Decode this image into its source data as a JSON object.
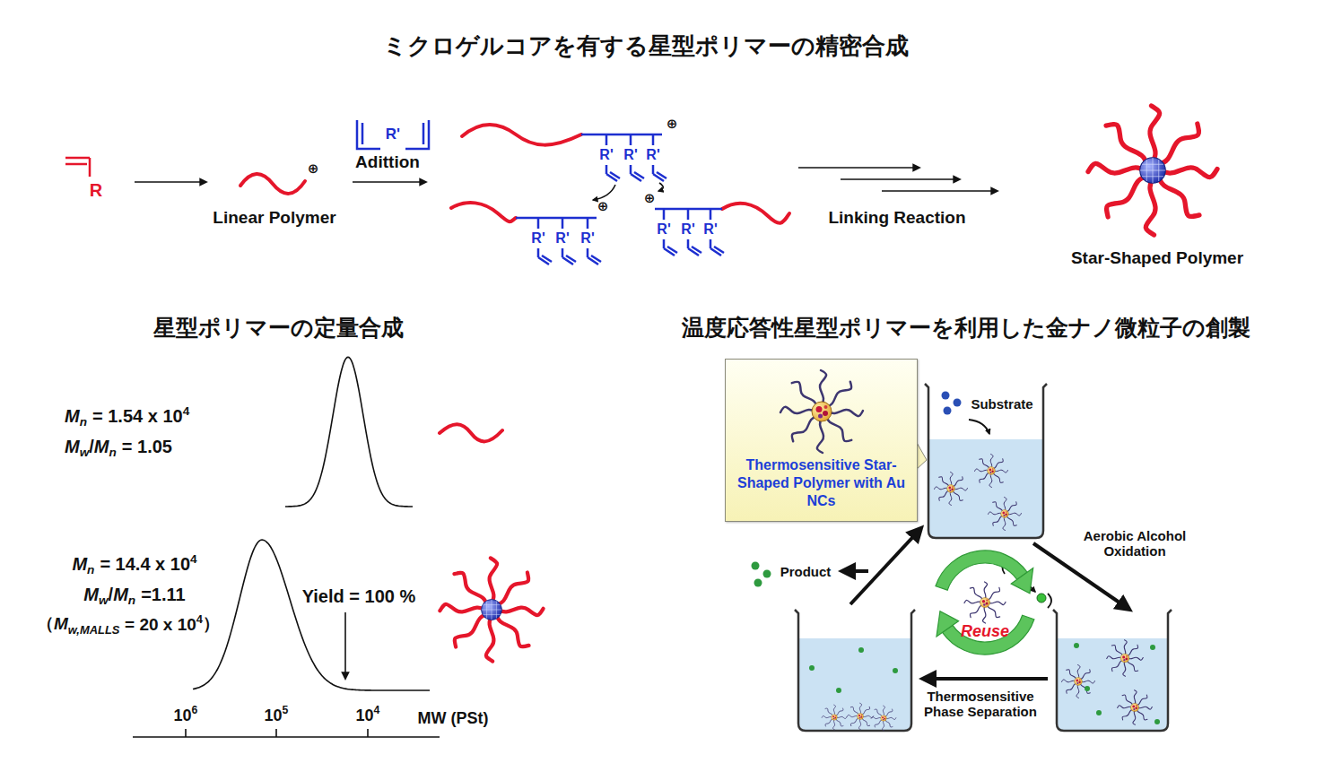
{
  "diagram": {
    "title": "ミクロゲルコアを有する星型ポリマーの精密合成",
    "nodes": [
      {
        "text": [
          "Thermosensitive Star-Shaped Polymer with Au NCs"
        ]
      }
    ],
    "labels": [
      "R",
      "Linear Polymer",
      "⊕",
      "R'",
      "Adittion",
      "⊕",
      "R'",
      "R'",
      "R'",
      "⊕",
      "⊕",
      "R'",
      "R'",
      "R'",
      "R'",
      "R'",
      "R'",
      "Linking Reaction",
      "Star-Shaped Polymer",
      "星型ポリマーの定量合成",
      "温度応答性星型ポリマーを利用した金ナノ微粒子の創製",
      "M",
      "n",
      "= 1.54 x 10",
      "4",
      "M",
      "w",
      "/",
      "M",
      "n",
      "= 1.05",
      "M",
      "n",
      "= 14.4 x 10",
      "4",
      "M",
      "w",
      "/",
      "M",
      "n",
      "=1.11",
      "（",
      "M",
      "w,MALLS",
      "= 20 x 10",
      "4",
      "）",
      "Yield = 100 %",
      "10",
      "6",
      "10",
      "5",
      "10",
      "4",
      "MW (PSt)",
      "Substrate",
      "Aerobic Alcohol Oxidation",
      "Product",
      "Thermosensitive Phase Separation",
      "Reuse"
    ]
  }
}
